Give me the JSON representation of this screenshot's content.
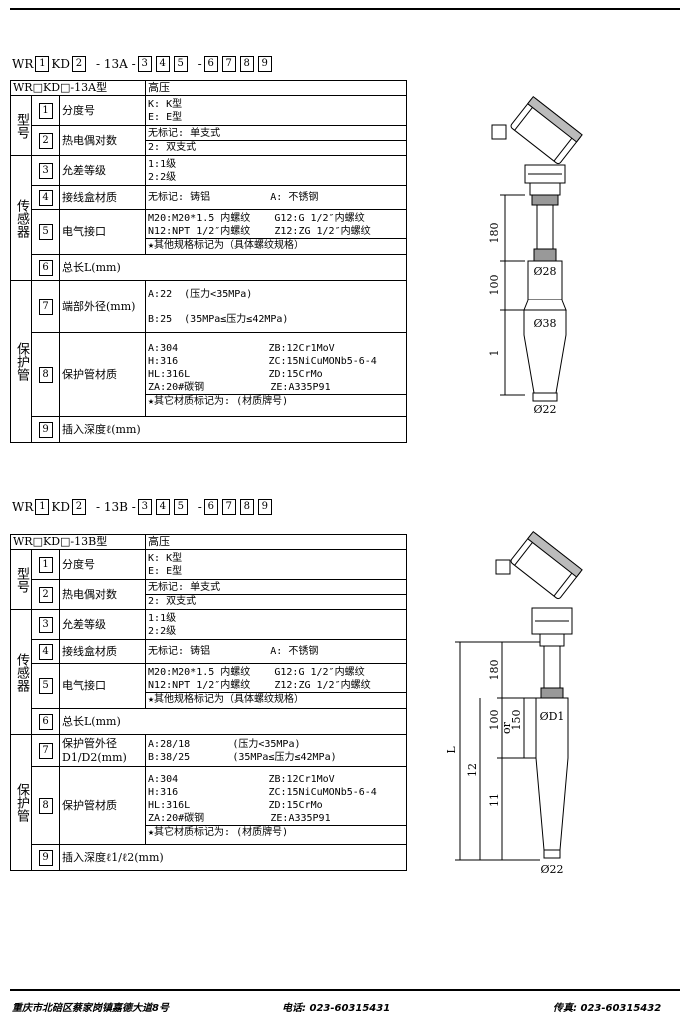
{
  "section_a": {
    "code": {
      "prefix": "WR",
      "mid": "KD",
      "suffix": "- 13A -",
      "dash": "-",
      "b1": "1",
      "b2": "2",
      "b3": "3",
      "b4": "4",
      "b5": "5",
      "b6": "6",
      "b7": "7",
      "b8": "8",
      "b9": "9"
    },
    "header": {
      "model": "WR□KD□-13A型",
      "desc": "高压"
    },
    "groups": {
      "xinghao": "型号",
      "sensor": "传感器",
      "protect": "保护管"
    },
    "rows": {
      "r1": {
        "num": "1",
        "item": "分度号",
        "v1": "K:    K型",
        "v2": "E:    E型"
      },
      "r2": {
        "num": "2",
        "item": "热电偶对数",
        "v1": "无标记:  单支式",
        "v2": "2: 双支式"
      },
      "r3": {
        "num": "3",
        "item": "允差等级",
        "v1": "1:1级",
        "v2": "2:2级"
      },
      "r4": {
        "num": "4",
        "item": "接线盒材质",
        "v1": "无标记: 铸铝          A: 不锈钢"
      },
      "r5": {
        "num": "5",
        "item": "电气接口",
        "v1": "M20:M20*1.5 内螺纹    G12:G 1/2″内螺纹",
        "v2": "N12:NPT 1/2″内螺纹    Z12:ZG 1/2″内螺纹",
        "v3": "★其他规格标记为（具体螺纹规格）"
      },
      "r6": {
        "num": "6",
        "item": "总长L(mm)"
      },
      "r7": {
        "num": "7",
        "item": "端部外径(mm)",
        "v1": "A:22  (压力<35MPa)",
        "v2": "B:25  (35MPa≤压力≤42MPa)"
      },
      "r8": {
        "num": "8",
        "item": "保护管材质",
        "v1": "A:304               ZB:12Cr1MoV",
        "v2": "H:316               ZC:15NiCuMONb5-6-4",
        "v3": "HL:316L             ZD:15CrMo",
        "v4": "ZA:20#碳钢           ZE:A335P91",
        "v5": "★其它材质标记为: (材质牌号)"
      },
      "r9": {
        "num": "9",
        "item": "插入深度ℓ(mm)"
      }
    },
    "drawing": {
      "d1": "180",
      "d2": "100",
      "d3": "1",
      "phi1": "Ø28",
      "phi2": "Ø38",
      "phi3": "Ø22"
    }
  },
  "section_b": {
    "code": {
      "prefix": "WR",
      "mid": "KD",
      "suffix": "- 13B -",
      "dash": "-",
      "b1": "1",
      "b2": "2",
      "b3": "3",
      "b4": "4",
      "b5": "5",
      "b6": "6",
      "b7": "7",
      "b8": "8",
      "b9": "9"
    },
    "header": {
      "model": "WR□KD□-13B型",
      "desc": "高压"
    },
    "groups": {
      "xinghao": "型号",
      "sensor": "传感器",
      "protect": "保护管"
    },
    "rows": {
      "r1": {
        "num": "1",
        "item": "分度号",
        "v1": "K:    K型",
        "v2": "E:    E型"
      },
      "r2": {
        "num": "2",
        "item": "热电偶对数",
        "v1": "无标记:  单支式",
        "v2": "2: 双支式"
      },
      "r3": {
        "num": "3",
        "item": "允差等级",
        "v1": "1:1级",
        "v2": "2:2级"
      },
      "r4": {
        "num": "4",
        "item": "接线盒材质",
        "v1": "无标记: 铸铝          A: 不锈钢"
      },
      "r5": {
        "num": "5",
        "item": "电气接口",
        "v1": "M20:M20*1.5 内螺纹    G12:G 1/2″内螺纹",
        "v2": "N12:NPT 1/2″内螺纹    Z12:ZG 1/2″内螺纹",
        "v3": "★其他规格标记为（具体螺纹规格）"
      },
      "r6": {
        "num": "6",
        "item": "总长L(mm)"
      },
      "r7": {
        "num": "7",
        "item": "保护管外径",
        "item2": "D1/D2(mm)",
        "v1": "A:28/18       (压力<35MPa)",
        "v2": "B:38/25       (35MPa≤压力≤42MPa)"
      },
      "r8": {
        "num": "8",
        "item": "保护管材质",
        "v1": "A:304               ZB:12Cr1MoV",
        "v2": "H:316               ZC:15NiCuMONb5-6-4",
        "v3": "HL:316L             ZD:15CrMo",
        "v4": "ZA:20#碳钢           ZE:A335P91",
        "v5": "★其它材质标记为: (材质牌号)"
      },
      "r9": {
        "num": "9",
        "item": "插入深度ℓ1/ℓ2(mm)"
      }
    },
    "drawing": {
      "d1": "180",
      "d2": "100",
      "or": "or",
      "d2b": "150",
      "d3": "12",
      "d4": "11",
      "L": "L",
      "phi1": "ØD1",
      "phi2": "Ø22"
    }
  },
  "footer": {
    "address": "重庆市北碚区蔡家岗镇嘉德大道8号",
    "phone": "电话: 023-60315431",
    "fax": "传真: 023-60315432"
  }
}
